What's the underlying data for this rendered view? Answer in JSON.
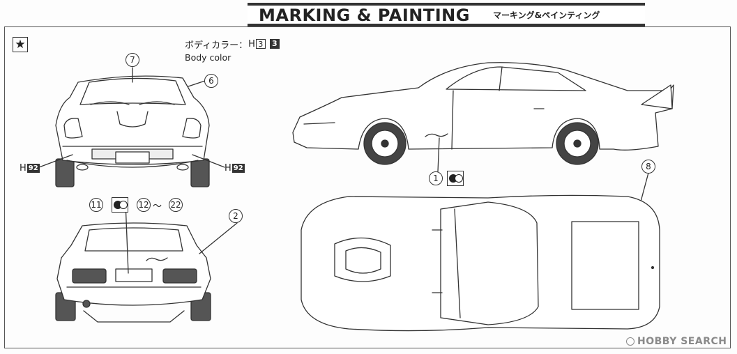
{
  "title": {
    "main": "MARKING & PAINTING",
    "sub": "マーキング&ペインティング"
  },
  "body_color": {
    "label_jp": "ボディカラー：",
    "paint_code_prefix": "H",
    "paint_code_outline": "3",
    "paint_code_filled": "3",
    "label_en": "Body color"
  },
  "star_icon": "★",
  "callouts": {
    "c1": "1",
    "c2": "2",
    "c6": "6",
    "c7": "7",
    "c8": "8",
    "c11": "11",
    "c12": "12",
    "c22": "22",
    "range_sep": "～"
  },
  "paint_labels": {
    "left_prefix": "H",
    "left_num": "92",
    "right_prefix": "H",
    "right_num": "92"
  },
  "watermark": "HOBBY SEARCH",
  "icons": [
    "star-icon",
    "decal-mark-icon",
    "hobby-search-logo-icon"
  ]
}
